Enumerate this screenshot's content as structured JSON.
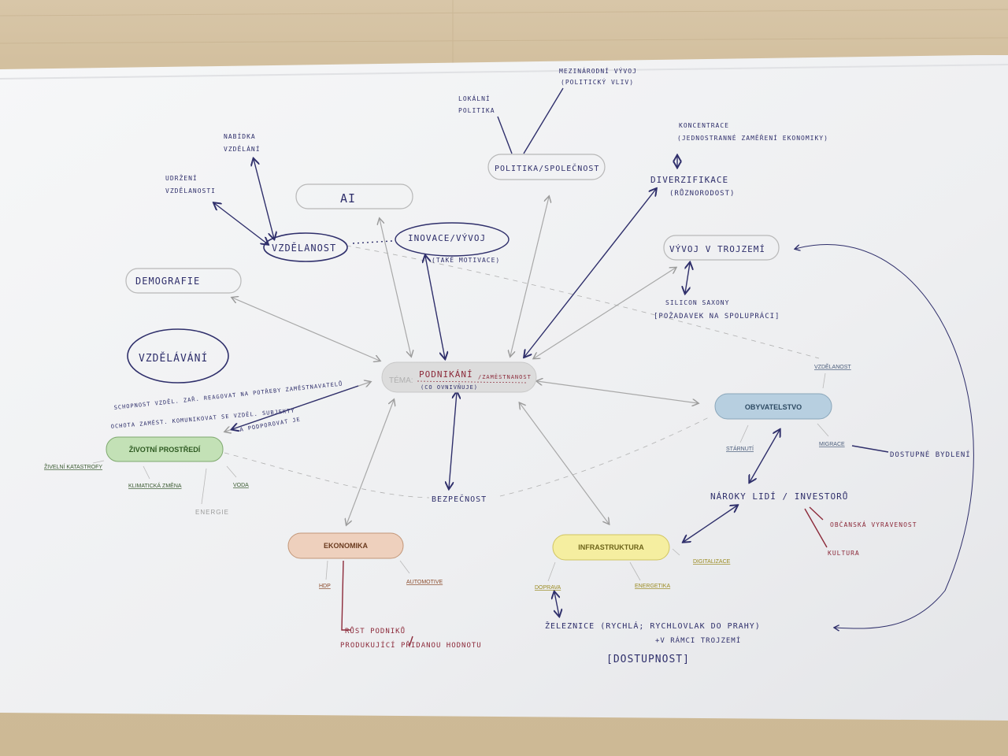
{
  "center": {
    "prefix": "TÉMA:",
    "main": "PODNIKÁNÍ",
    "suffix": "/ZAMĚSTNANOST",
    "sub": "(CO OVNIVŇUJE)"
  },
  "printed_nodes": {
    "obyvatelstvo": "OBYVATELSTVO",
    "zivotni_prostredi": "ŽIVOTNÍ PROSTŘEDÍ",
    "ekonomika": "EKONOMIKA",
    "infrastruktura": "INFRASTRUKTURA"
  },
  "printed_leaves": {
    "vzdelanost": "VZDĚLANOST",
    "starnuti": "STÁRNUTÍ",
    "migrace": "MIGRACE",
    "zivelni": "ŽIVELNÍ KATASTROFY",
    "klimaticka": "KLIMATICKÁ ZMĚNA",
    "voda": "VODA",
    "energie": "ENERGIE",
    "hdp": "HDP",
    "automotive": "AUTOMOTIVE",
    "digitalizace": "DIGITALIZACE",
    "doprava": "DOPRAVA",
    "energetika": "ENERGETIKA"
  },
  "hand_bubbles": {
    "ai": "AI",
    "demografie": "DEMOGRAFIE",
    "vzdelanost": "VZDĚLANOST",
    "inovace": "INOVACE/VÝVOJ",
    "politika": "POLITIKA/SPOLEČNOST",
    "vyvoj_trojzemi": "VÝVOJ V TROJZEMÍ",
    "vzdelavani": "VZDĚLÁVÁNÍ"
  },
  "hand_notes": {
    "nabidka_1": "NABÍDKA",
    "nabidka_2": "VZDĚLÁNÍ",
    "udrzeni_1": "UDRŽENÍ",
    "udrzeni_2": "VZDĚLANOSTI",
    "lokalni_1": "LOKÁLNÍ",
    "lokalni_2": "POLITIKA",
    "mezinarodni_1": "MEZINÁRODNÍ VÝVOJ",
    "mezinarodni_2": "(POLITICKÝ VLIV)",
    "koncentrace_1": "KONCENTRACE",
    "koncentrace_2": "(JEDNOSTRANNÉ ZAMĚŘENÍ EKONOMIKY)",
    "diverzifikace_1": "DIVERZIFIKACE",
    "diverzifikace_2": "(RŮZNORODOST)",
    "take_motivace": "(TAKÉ MOTIVACE)",
    "silicon_1": "SILICON SAXONY",
    "silicon_2": "[POŽADAVEK NA SPOLUPRÁCI]",
    "schopnost": "SCHOPNOST VZDĚL. ZAŘ. REAGOVAT NA POTŘEBY ZAMĚSTNAVATELŮ",
    "ochota": "OCHOTA ZAMĚST. KOMUNIKOVAT SE VZDĚL. SUBJEKTY",
    "podporovat": "A PODPOROVAT JE",
    "bezpecnost": "BEZPEČNOST",
    "dostupne_bydleni": "DOSTUPNÉ BYDLENÍ",
    "naroky": "NÁROKY LIDÍ / INVESTORŮ",
    "obcanska": "OBČANSKÁ VYRAVENOST",
    "kultura": "KULTURA",
    "rust_1": "RŮST PODNIKŮ",
    "rust_2": "PRODUKUJÍCÍ PŘIDANOU HODNOTU",
    "zeleznice_1": "ŽELEZNICE (RYCHLÁ; RYCHLOVLAK DO PRAHY)",
    "zeleznice_2": "+V RÁMCI TROJZEMÍ",
    "dostupnost": "[DOSTUPNOST]"
  },
  "colors": {
    "paper": "#f2f3f4",
    "desk": "#d3c09f",
    "ink_blue": "#2f2f6b",
    "ink_red": "#8c2a3a",
    "obyvatelstvo_fill": "#b7cfe0",
    "zivotni_fill": "#c3e1b6",
    "ekonomika_fill": "#eed0bd",
    "infrastruktura_fill": "#f5eea0",
    "center_fill": "#dcdcdc"
  }
}
